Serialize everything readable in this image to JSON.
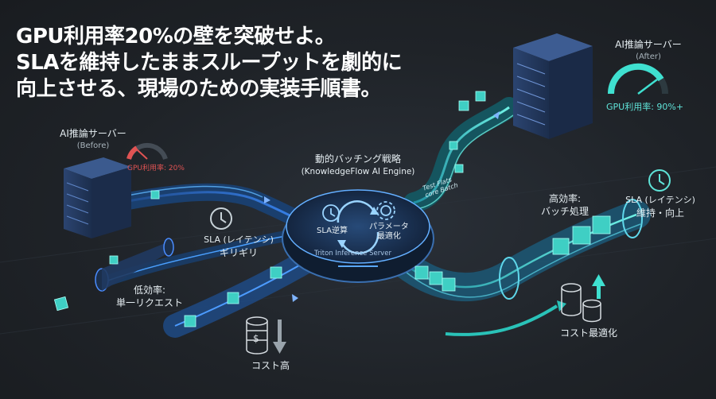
{
  "headline": {
    "line1": "GPU利用率20%の壁を突破せよ。",
    "line2": "SLAを維持したままスループットを劇的に",
    "line3": "向上させる、現場のための実装手順書。"
  },
  "before_server": {
    "title": "AI推論サーバー",
    "subtitle": "(Before)",
    "gauge_label": "GPU利用率: 20%",
    "gauge_value": 0.2
  },
  "after_server": {
    "title": "AI推論サーバー",
    "subtitle": "(After)",
    "gauge_label": "GPU利用率: 90%+",
    "gauge_value": 0.9
  },
  "engine": {
    "title": "動的バッチング戦略",
    "subtitle": "(KnowledgeFlow AI Engine)",
    "sla_label": "SLA逆算",
    "param_label_1": "パラメータ",
    "param_label_2": "最適化",
    "server_label": "Triton Inference Server"
  },
  "pipe_text": {
    "line1": "Test Flats",
    "line2": "core Batch"
  },
  "sla_before": {
    "line1": "SLA (レイテンシ)",
    "line2": "ギリギリ"
  },
  "low_eff": {
    "line1": "低効率:",
    "line2": "単一リクエスト"
  },
  "cost_high": "コスト高",
  "high_eff": {
    "line1": "高効率:",
    "line2": "バッチ処理"
  },
  "sla_after": {
    "line1": "SLA (レイテンシ)",
    "line2": "維持・向上"
  },
  "cost_opt": "コスト最適化",
  "colors": {
    "accent_cyan": "#5fe3d8",
    "accent_blue": "#3f8cff",
    "alert_red": "#e05353",
    "server_navy": "#2a3f66"
  },
  "icons": [
    "server-icon",
    "gauge-icon",
    "clock-icon",
    "gear-icon",
    "coin-stack-icon",
    "arrow-down-icon",
    "arrow-up-icon"
  ]
}
